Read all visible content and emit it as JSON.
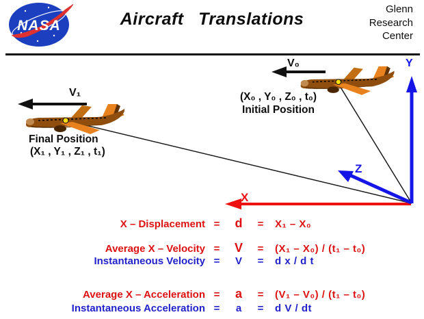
{
  "header": {
    "logo_label": "NASA",
    "title": "Aircraft Translations",
    "org": [
      "Glenn",
      "Research",
      "Center"
    ]
  },
  "diagram": {
    "v0_label": "V₀",
    "v1_label": "V₁",
    "initial_coords": "(X₀ , Y₀ , Z₀ , t₀)",
    "initial_caption": "Initial Position",
    "final_caption": "Final Position",
    "final_coords": "(X₁ , Y₁ , Z₁ , t₁)",
    "axis_x_label": "X",
    "axis_y_label": "Y",
    "axis_z_label": "Z"
  },
  "equations": {
    "equals": "=",
    "rows": [
      {
        "label": "X – Displacement",
        "symbol": "d",
        "rhs": "X₁ – X₀",
        "color": "red"
      },
      {
        "label": "Average X – Velocity",
        "symbol": "V",
        "rhs": "(X₁ – X₀) / (t₁ – t₀)",
        "color": "red"
      },
      {
        "label": "Instantaneous Velocity",
        "symbol": "V",
        "rhs": "d x / d t",
        "color": "blue"
      },
      {
        "label": "Average X – Acceleration",
        "symbol": "a",
        "rhs": "(V₁ – V₀) / (t₁ – t₀)",
        "color": "red"
      },
      {
        "label": "Instantaneous Acceleration",
        "symbol": "a",
        "rhs": "d V / dt",
        "color": "blue"
      }
    ]
  },
  "colors": {
    "equation_red": "#dd1111",
    "equation_blue": "#2222cc",
    "axis_red": "#ee1111",
    "axis_blue": "#1515e8",
    "plane_orange": "#e8821e",
    "plane_brown": "#8f4e0e",
    "marker_yellow": "#ffdd00",
    "logo_blue": "#1b3fbf",
    "logo_red": "#e03131",
    "text_black": "#0d0d0d"
  }
}
